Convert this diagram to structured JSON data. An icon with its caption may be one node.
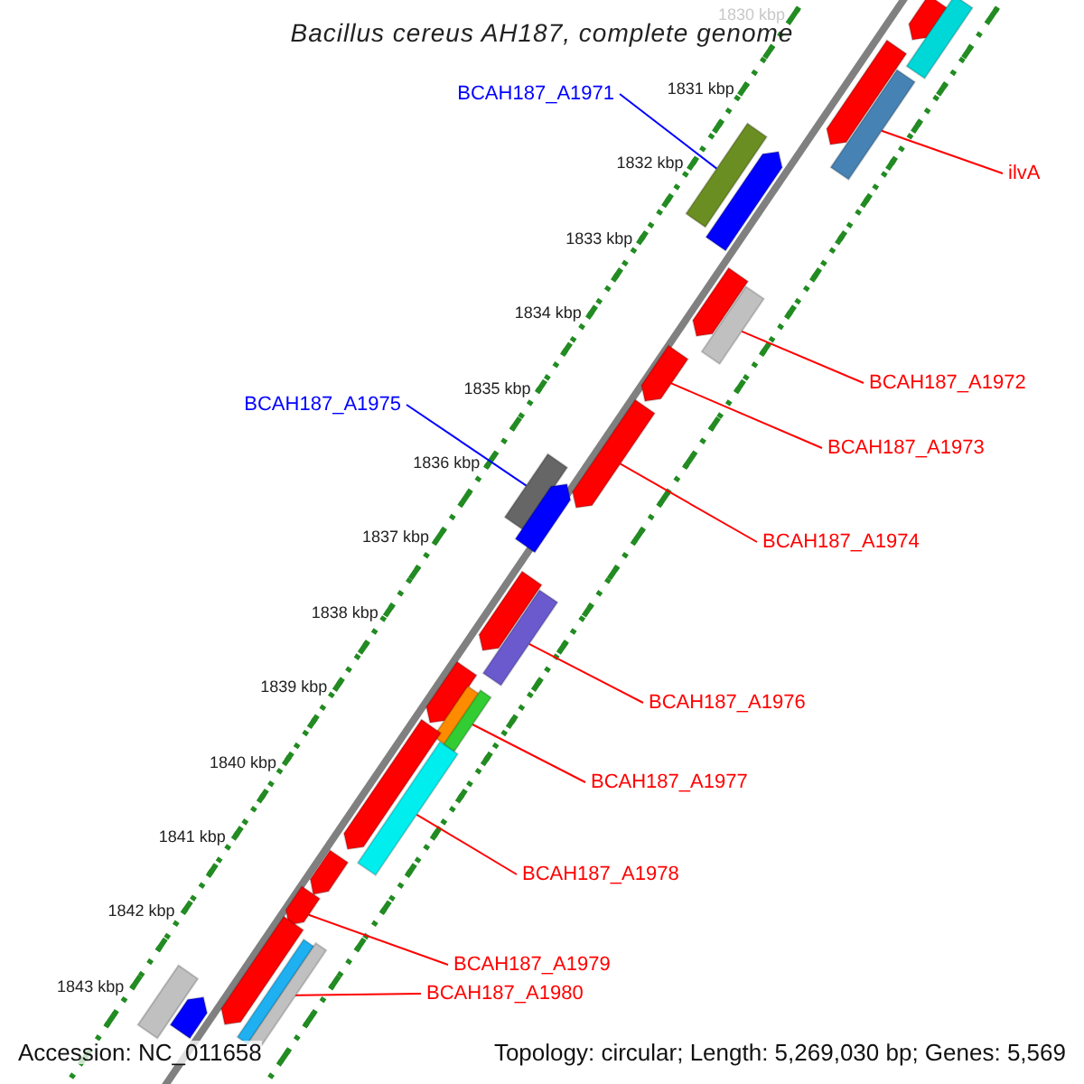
{
  "diagram": {
    "title": "Bacillus cereus AH187, complete genome",
    "nodes": [
      {
        "text": [
          "BCAH187_A1971"
        ]
      },
      {
        "text": [],
        "shape": "bar"
      },
      {
        "text": [
          "ilvA"
        ]
      },
      {
        "text": [],
        "shape": "bar"
      },
      {
        "text": [
          "BCAH187_A1972"
        ]
      },
      {
        "text": [],
        "shape": "bar"
      },
      {
        "text": [
          "BCAH187_A1973"
        ]
      },
      {
        "text": [],
        "shape": "bar"
      },
      {
        "text": [
          "BCAH187_A1975"
        ]
      },
      {
        "text": [],
        "shape": "bar"
      },
      {
        "text": [
          "BCAH187_A1974"
        ]
      },
      {
        "text": [],
        "shape": "bar"
      },
      {
        "text": [
          "BCAH187_A1976"
        ]
      },
      {
        "text": [],
        "shape": "bar"
      },
      {
        "text": [
          "BCAH187_A1977"
        ]
      },
      {
        "text": [],
        "shape": "bar"
      },
      {
        "text": [
          "BCAH187_A1978"
        ]
      },
      {
        "text": [],
        "shape": "bar"
      },
      {
        "text": [
          "BCAH187_A1979"
        ]
      },
      {
        "text": [],
        "shape": "bar"
      },
      {
        "text": [
          "BCAH187_A1980"
        ]
      },
      {
        "text": [],
        "shape": "bar"
      },
      {
        "text": [],
        "shape": "bar"
      },
      {
        "text": [],
        "shape": "bar"
      },
      {
        "text": [],
        "shape": "bar"
      },
      {
        "text": [],
        "shape": "bar"
      },
      {
        "text": [],
        "shape": "bar"
      },
      {
        "text": [],
        "shape": "bar"
      },
      {
        "text": [],
        "shape": "bar"
      },
      {
        "text": [],
        "shape": "bar"
      },
      {
        "text": [],
        "shape": "bar"
      },
      {
        "text": [],
        "shape": "bar"
      },
      {
        "text": [],
        "shape": "bar"
      },
      {
        "text": [],
        "shape": "bar"
      },
      {
        "text": [],
        "shape": "bar"
      },
      {
        "text": [],
        "shape": "bar"
      },
      {
        "text": [],
        "shape": "bar"
      }
    ],
    "edges": [
      {
        "from": 0,
        "to": 1,
        "arrow": "none",
        "color": "#0000ff"
      },
      {
        "from": 2,
        "to": 3,
        "arrow": "none"
      },
      {
        "from": 4,
        "to": 5,
        "arrow": "none"
      },
      {
        "from": 6,
        "to": 7,
        "arrow": "none"
      },
      {
        "from": 8,
        "to": 9,
        "arrow": "none",
        "color": "#0000ff"
      },
      {
        "from": 10,
        "to": 11,
        "arrow": "none"
      },
      {
        "from": 12,
        "to": 13,
        "arrow": "none"
      },
      {
        "from": 14,
        "to": 15,
        "arrow": "none"
      },
      {
        "from": 16,
        "to": 17,
        "arrow": "none"
      },
      {
        "from": 18,
        "to": 19,
        "arrow": "none"
      },
      {
        "from": 20,
        "to": 21,
        "arrow": "none"
      }
    ],
    "labels": [
      "1830 kbp",
      "1831 kbp",
      "1832 kbp",
      "1833 kbp",
      "1834 kbp",
      "1835 kbp",
      "1836 kbp",
      "1837 kbp",
      "1838 kbp",
      "1839 kbp",
      "1840 kbp",
      "1841 kbp",
      "1842 kbp",
      "1843 kbp",
      "Accession: NC_011658",
      "Topology: circular; Length: 5,269,030 bp; Genes: 5,569"
    ]
  }
}
